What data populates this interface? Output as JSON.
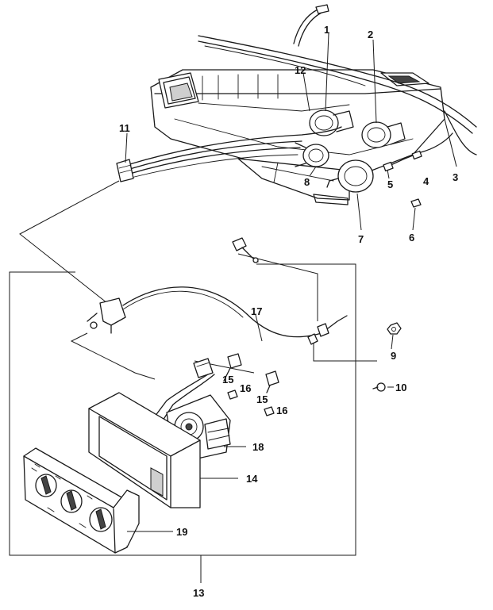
{
  "callouts": {
    "c1": "1",
    "c2": "2",
    "c3": "3",
    "c4": "4",
    "c5": "5",
    "c6": "6",
    "c7": "7",
    "c8": "8",
    "c9": "9",
    "c10": "10",
    "c11": "11",
    "c12": "12",
    "c13": "13",
    "c14": "14",
    "c15a": "15",
    "c15b": "15",
    "c16a": "16",
    "c16b": "16",
    "c17": "17",
    "c18": "18",
    "c19": "19"
  }
}
